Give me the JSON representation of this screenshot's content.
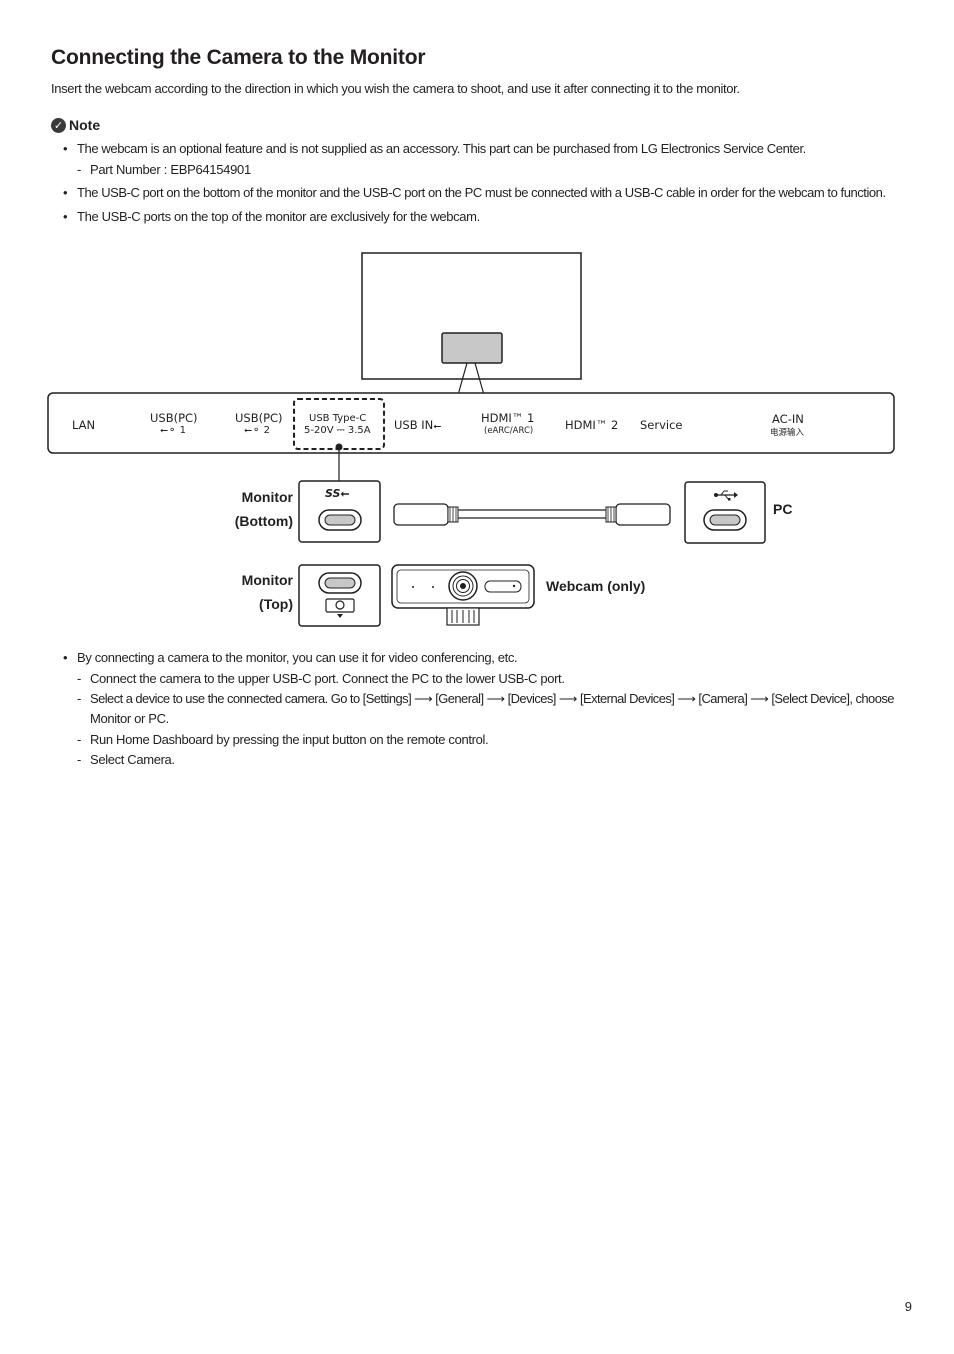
{
  "title": "Connecting the Camera to the Monitor",
  "intro": "Insert the webcam according to the direction in which you wish the camera to shoot, and use it after connecting it to the monitor.",
  "note": {
    "heading": "Note",
    "items": [
      "The webcam is an optional feature and is not supplied as an accessory. This part can be purchased from LG Electronics Service Center.",
      "Part Number : EBP64154901",
      "The USB-C port on the bottom of the monitor and the USB-C port on the PC must be connected with a USB-C cable in order for the webcam to function.",
      "The USB-C ports on the top of the monitor are exclusively for the webcam."
    ]
  },
  "diagram": {
    "ports": {
      "lan": "LAN",
      "usb_pc_1": "USB(PC)",
      "usb_pc_1_num": "1",
      "usb_pc_2": "USB(PC)",
      "usb_pc_2_num": "2",
      "usb_type_c": "USB Type-C",
      "usb_type_c_rating": "5-20V ⎓ 3.5A",
      "usb_in": "USB IN",
      "hdmi1": "HDMI™ 1",
      "hdmi1_sub": "(eARC/ARC)",
      "hdmi2": "HDMI™ 2",
      "service": "Service",
      "ac_in": "AC-IN",
      "ac_in_sub": "电源输入"
    },
    "monitor_bottom": [
      "Monitor",
      "(Bottom)"
    ],
    "monitor_top": [
      "Monitor",
      "(Top)"
    ],
    "pc": "PC",
    "webcam": "Webcam (only)",
    "ss_mark": "SS"
  },
  "steps": {
    "bullet": "By connecting a camera to the monitor, you can use it for video conferencing, etc.",
    "sub": [
      "Connect the camera to the upper USB-C port. Connect the PC to the lower USB-C port.",
      "Select a device to use the connected camera. Go to [Settings] ⟶ [General] ⟶ [Devices] ⟶ [External Devices] ⟶ [Camera] ⟶ [Select Device], choose",
      "Monitor or PC.",
      "Run Home Dashboard by pressing the input button on the remote control.",
      "Select Camera."
    ]
  },
  "page_number": "9"
}
